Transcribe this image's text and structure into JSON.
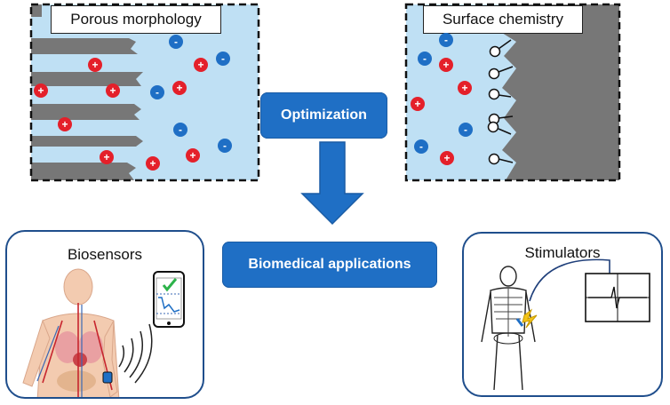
{
  "panels": {
    "porous": {
      "title": "Porous morphology"
    },
    "surface": {
      "title": "Surface chemistry"
    }
  },
  "flow": {
    "optimization_label": "Optimization",
    "applications_label": "Biomedical applications"
  },
  "applications": {
    "biosensors": {
      "title": "Biosensors"
    },
    "stimulators": {
      "title": "Stimulators"
    }
  },
  "ions": {
    "cation_symbol": "+",
    "anion_symbol": "-"
  },
  "colors": {
    "electrolyte": "#bfe0f4",
    "electrode": "#777777",
    "cation": "#e4202a",
    "anion": "#1f6fc5",
    "accent_button": "#1f6fc5",
    "card_border": "#1f4e8c",
    "check": "#2db34a",
    "spark": "#f2c318"
  }
}
